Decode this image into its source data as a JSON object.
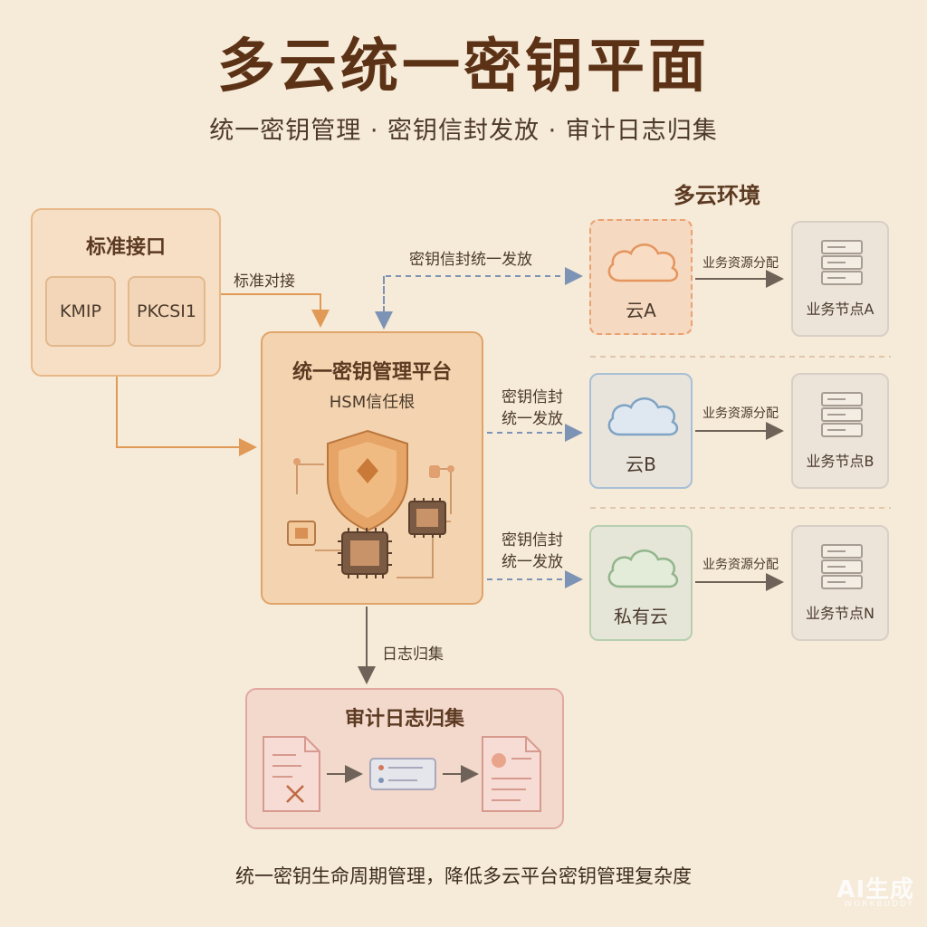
{
  "header": {
    "title": "多云统一密钥平面",
    "subtitle": "统一密钥管理 · 密钥信封发放 · 审计日志归集"
  },
  "interfaces": {
    "title": "标准接口",
    "items": [
      "KMIP",
      "PKCSI1"
    ],
    "edge_label": "标准对接"
  },
  "platform": {
    "title": "统一密钥管理平台",
    "subtitle": "HSM信任根"
  },
  "distribution": {
    "top_label": "密钥信封统一发放",
    "b_label_line1": "密钥信封",
    "b_label_line2": "统一发放",
    "c_label_line1": "密钥信封",
    "c_label_line2": "统一发放"
  },
  "multicloud": {
    "title": "多云环境",
    "clouds": [
      {
        "name": "云A",
        "edge": "业务资源分配",
        "node": "业务节点A"
      },
      {
        "name": "云B",
        "edge": "业务资源分配",
        "node": "业务节点B"
      },
      {
        "name": "私有云",
        "edge": "业务资源分配",
        "node": "业务节点N"
      }
    ]
  },
  "audit": {
    "edge_label": "日志归集",
    "title": "审计日志归集"
  },
  "footer": "统一密钥生命周期管理，降低多云平台密钥管理复杂度",
  "watermark": {
    "main": "AI生成",
    "sub": "WORKBUDDY"
  },
  "colors": {
    "background": "#f6ead8",
    "orange_accent": "#e09a56",
    "blue_dashed": "#7d93b5",
    "cloud_a": "#f0a878",
    "cloud_b": "#8fb0cc",
    "cloud_private": "#9fbf9a"
  }
}
